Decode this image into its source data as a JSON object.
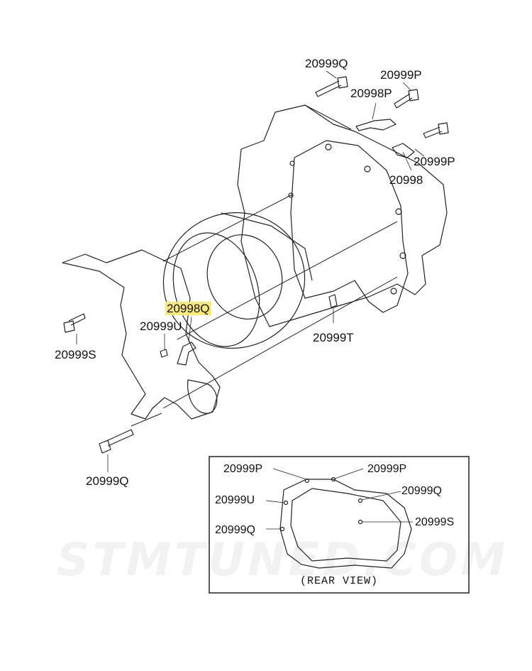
{
  "watermark": "STMTUNED.COM",
  "parts": {
    "q_top": "20999Q",
    "p_top": "20999P",
    "p_bracket": "20998P",
    "p_right": "20999P",
    "bracket_right": "20998",
    "highlighted": "20998Q",
    "u": "20999U",
    "t": "20999T",
    "s": "20999S",
    "q_bottom": "20999Q"
  },
  "rear_view": {
    "title": "(REAR VIEW)",
    "p_left": "20999P",
    "p_right": "20999P",
    "u": "20999U",
    "q_right": "20999Q",
    "q_left": "20999Q",
    "s": "20999S"
  },
  "colors": {
    "highlight": "#fbe87a",
    "line": "#222222"
  }
}
